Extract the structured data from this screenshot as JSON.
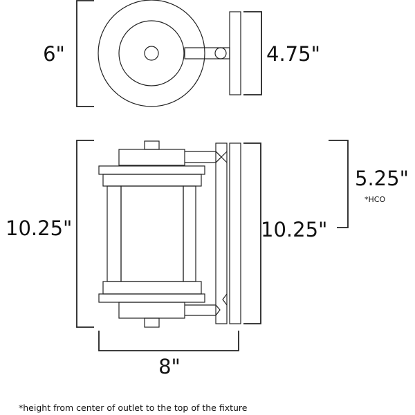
{
  "top_view": {
    "height_label": "6\"",
    "backplate_label": "4.75\""
  },
  "front_view": {
    "height_label": "10.25\"",
    "backplate_height_label": "10.25\"",
    "hco_label": "5.25\"",
    "hco_note": "*HCO",
    "width_label": "8\""
  },
  "footnote": "*height from center of outlet to the top of the fixture"
}
